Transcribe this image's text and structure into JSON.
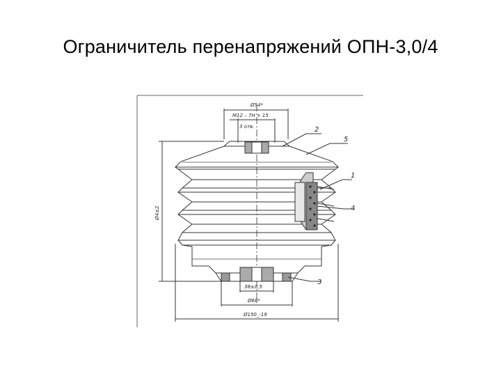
{
  "slide": {
    "title": "Ограничитель перенапряжений ОПН-3,0/4"
  },
  "drawing": {
    "dim_top_width": "Ø54*",
    "dim_thread": "M12 – 7H × 15",
    "dim_holes": "3 отв.",
    "dim_height": "Ø4±2",
    "dim_bottom_1": "38±0,5",
    "dim_bottom_2": "Ø68*",
    "dim_bottom_3": "Ø150_-19",
    "callouts": [
      "1",
      "2",
      "3",
      "4",
      "5"
    ]
  }
}
